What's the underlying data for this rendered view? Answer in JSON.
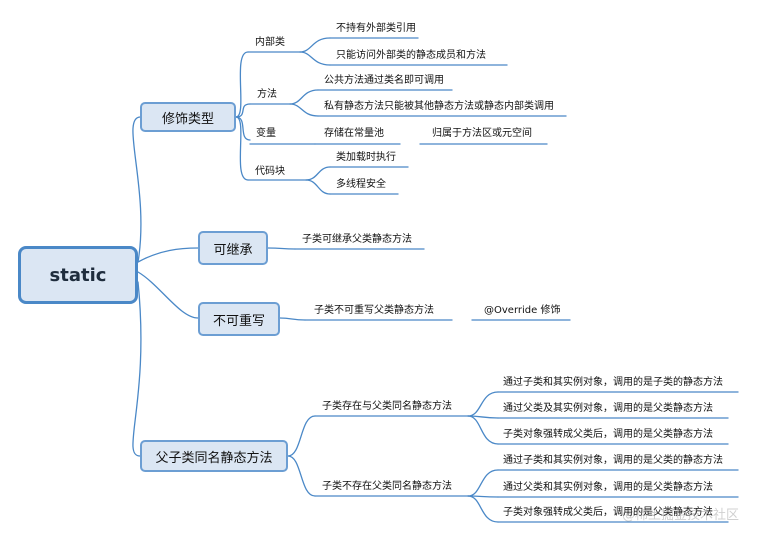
{
  "root": "static",
  "branches": {
    "modifier": {
      "label": "修饰类型",
      "inner_class": {
        "label": "内部类",
        "items": [
          "不持有外部类引用",
          "只能访问外部类的静态成员和方法"
        ]
      },
      "method": {
        "label": "方法",
        "items": [
          "公共方法通过类名即可调用",
          "私有静态方法只能被其他静态方法或静态内部类调用"
        ]
      },
      "variable": {
        "label": "变量",
        "item": "存储在常量池",
        "sub": "归属于方法区或元空间"
      },
      "code_block": {
        "label": "代码块",
        "items": [
          "类加载时执行",
          "多线程安全"
        ]
      }
    },
    "inherit": {
      "label": "可继承",
      "item": "子类可继承父类静态方法"
    },
    "no_override": {
      "label": "不可重写",
      "item": "子类不可重写父类静态方法",
      "sub": "@Override 修饰"
    },
    "same_name": {
      "label": "父子类同名静态方法",
      "exists": {
        "label": "子类存在与父类同名静态方法",
        "items": [
          "通过子类和其实例对象，调用的是子类的静态方法",
          "通过父类及其实例对象，调用的是父类静态方法",
          "子类对象强转成父类后，调用的是父类静态方法"
        ]
      },
      "not_exists": {
        "label": "子类不存在父类同名静态方法",
        "items": [
          "通过子类和其实例对象，调用的是父类的静态方法",
          "通过父类和其实例对象，调用的是父类静态方法",
          "子类对象强转成父类后，调用的是父类静态方法"
        ]
      }
    }
  },
  "watermark": "@稀土掘金技术社区",
  "colors": {
    "line": "#4a88c7",
    "node_fill": "#dbe6f3",
    "node_border": "#6c9ed3"
  }
}
